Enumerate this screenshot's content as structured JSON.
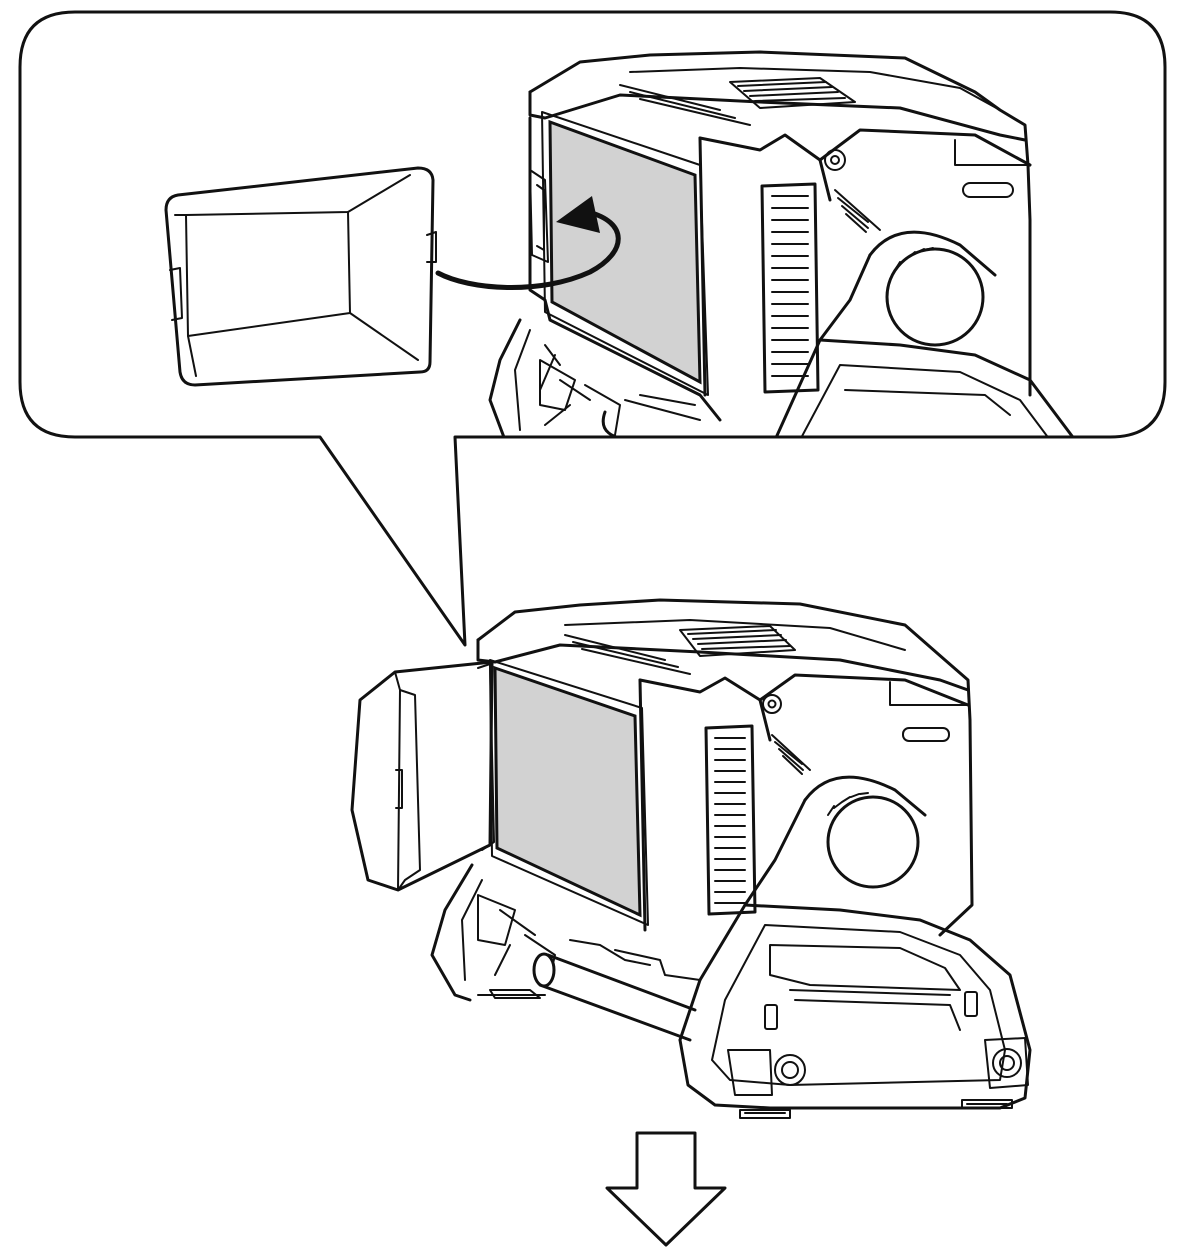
{
  "figure": {
    "callout_panel": "zoom-callout",
    "top_device": "work-light-detail",
    "bottom_device": "work-light-with-hood",
    "screen_color": "#d2d2d2",
    "line_color": "#111111",
    "background_color": "#ffffff",
    "icons": [
      "rotation-arrow-icon",
      "down-arrow-icon"
    ]
  }
}
